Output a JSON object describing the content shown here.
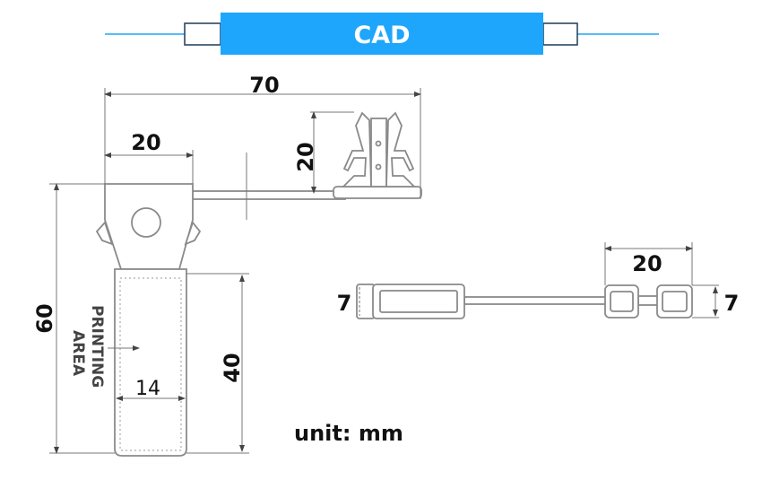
{
  "header": {
    "title": "CAD",
    "accent_color": "#1ea6fc"
  },
  "dimensions": {
    "overall_length": "70",
    "head_width": "20",
    "clip_height": "20",
    "total_height": "60",
    "strap_length": "40",
    "print_width": "14",
    "side_thickness_left": "7",
    "side_thickness_right": "7",
    "side_clip_length": "20"
  },
  "labels": {
    "printing_line1": "PRINTING",
    "printing_line2": "AREA",
    "unit": "unit: mm"
  }
}
